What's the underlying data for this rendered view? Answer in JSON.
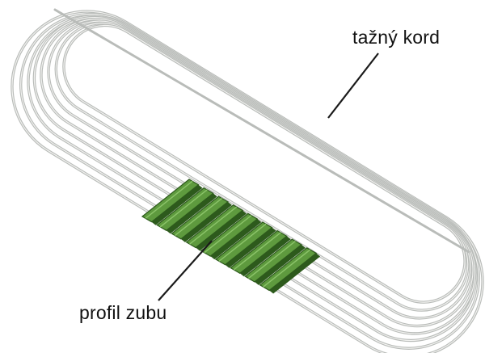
{
  "labels": {
    "cord": "tažný kord",
    "tooth_profile": "profil zubu"
  },
  "colors": {
    "cord": "#b9bcb9",
    "tooth_fill": "#5e9a3e",
    "tooth_edge": "#2d5a1c",
    "leader_line": "#1a1a1a"
  },
  "cord_loop_count": 8,
  "tooth_count": 9
}
